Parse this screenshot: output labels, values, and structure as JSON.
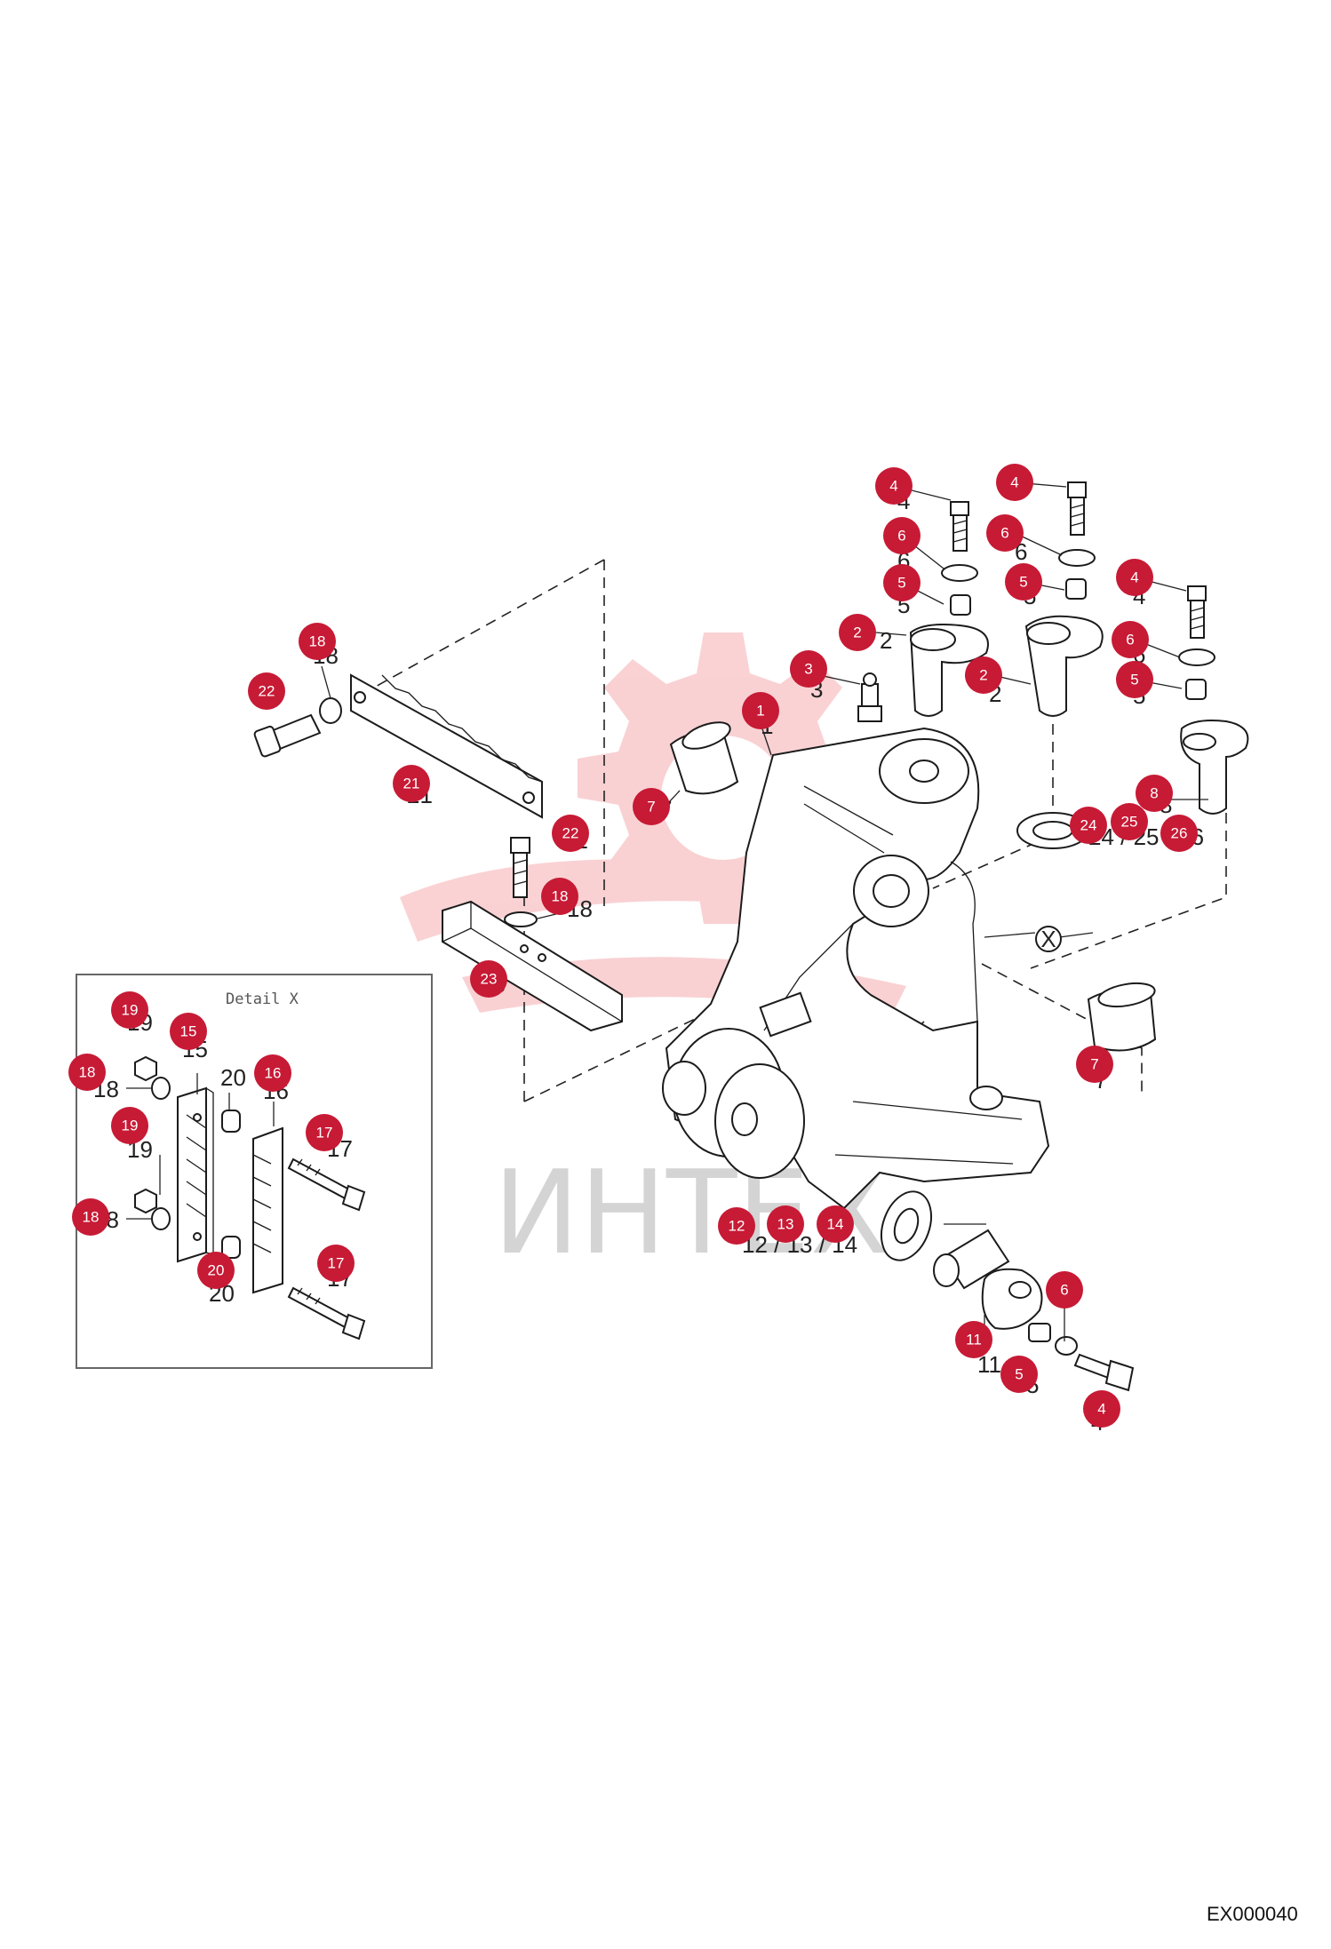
{
  "drawing_code": "EX000040",
  "detail_title": "Detail X",
  "view_marker": "X",
  "watermark": {
    "text": "ИНТЕХ",
    "color": "#e7323c"
  },
  "colors": {
    "callout": "#c71a35",
    "callout_text": "#ffffff",
    "line": "#1b1b1b"
  },
  "callouts": [
    {
      "id": "c4a",
      "num": "4"
    },
    {
      "id": "c6a",
      "num": "6"
    },
    {
      "id": "c5a",
      "num": "5"
    },
    {
      "id": "c2a",
      "num": "2"
    },
    {
      "id": "c4b",
      "num": "4"
    },
    {
      "id": "c6b",
      "num": "6"
    },
    {
      "id": "c5b",
      "num": "5"
    },
    {
      "id": "c2b",
      "num": "2"
    },
    {
      "id": "c4c",
      "num": "4"
    },
    {
      "id": "c6c",
      "num": "6"
    },
    {
      "id": "c5c",
      "num": "5"
    },
    {
      "id": "c3",
      "num": "3"
    },
    {
      "id": "c1",
      "num": "1"
    },
    {
      "id": "c18a",
      "num": "18"
    },
    {
      "id": "c22a",
      "num": "22"
    },
    {
      "id": "c21",
      "num": "21"
    },
    {
      "id": "c7a",
      "num": "7"
    },
    {
      "id": "c22b",
      "num": "22"
    },
    {
      "id": "c18b",
      "num": "18"
    },
    {
      "id": "c23",
      "num": "23"
    },
    {
      "id": "c8",
      "num": "8"
    },
    {
      "id": "c24",
      "num": "24"
    },
    {
      "id": "c25",
      "num": "25"
    },
    {
      "id": "c26",
      "num": "26"
    },
    {
      "id": "c7b",
      "num": "7"
    },
    {
      "id": "c19a",
      "num": "19"
    },
    {
      "id": "c15",
      "num": "15"
    },
    {
      "id": "c18c",
      "num": "18"
    },
    {
      "id": "c16",
      "num": "16"
    },
    {
      "id": "c19b",
      "num": "19"
    },
    {
      "id": "c17a",
      "num": "17"
    },
    {
      "id": "c18d",
      "num": "18"
    },
    {
      "id": "c20",
      "num": "20"
    },
    {
      "id": "c17b",
      "num": "17"
    },
    {
      "id": "c12",
      "num": "12"
    },
    {
      "id": "c13",
      "num": "13"
    },
    {
      "id": "c14",
      "num": "14"
    },
    {
      "id": "c6d",
      "num": "6"
    },
    {
      "id": "c11",
      "num": "11"
    },
    {
      "id": "c5d",
      "num": "5"
    },
    {
      "id": "c4d",
      "num": "4"
    }
  ],
  "plain_labels": [
    {
      "id": "p4a",
      "text": "4"
    },
    {
      "id": "p6a",
      "text": "6"
    },
    {
      "id": "p5a",
      "text": "5"
    },
    {
      "id": "p2a",
      "text": "2"
    },
    {
      "id": "p4b",
      "text": "4"
    },
    {
      "id": "p6b",
      "text": "6"
    },
    {
      "id": "p5b",
      "text": "5"
    },
    {
      "id": "p2b",
      "text": "2"
    },
    {
      "id": "p4c",
      "text": "4"
    },
    {
      "id": "p6c",
      "text": "6"
    },
    {
      "id": "p5c",
      "text": "5"
    },
    {
      "id": "p3",
      "text": "3"
    },
    {
      "id": "p1",
      "text": "1"
    },
    {
      "id": "p18a",
      "text": "18"
    },
    {
      "id": "p21",
      "text": "21"
    },
    {
      "id": "p7a",
      "text": "7"
    },
    {
      "id": "p22b",
      "text": "22"
    },
    {
      "id": "p18b",
      "text": "18"
    },
    {
      "id": "p23",
      "text": "23"
    },
    {
      "id": "p8",
      "text": "8"
    },
    {
      "id": "p242526",
      "text": "24 / 25 / 26"
    },
    {
      "id": "p7b",
      "text": "7"
    },
    {
      "id": "p19a",
      "text": "19"
    },
    {
      "id": "p15",
      "text": "15"
    },
    {
      "id": "p18c",
      "text": "18"
    },
    {
      "id": "p20a",
      "text": "20"
    },
    {
      "id": "p16",
      "text": "16"
    },
    {
      "id": "p19b",
      "text": "19"
    },
    {
      "id": "p17a",
      "text": "17"
    },
    {
      "id": "p18d",
      "text": "18"
    },
    {
      "id": "p20b",
      "text": "20"
    },
    {
      "id": "p17b",
      "text": "17"
    },
    {
      "id": "p121314",
      "text": "12 / 13 / 14"
    },
    {
      "id": "p11",
      "text": "11"
    },
    {
      "id": "p5d",
      "text": "5"
    },
    {
      "id": "p4d",
      "text": "4"
    }
  ]
}
